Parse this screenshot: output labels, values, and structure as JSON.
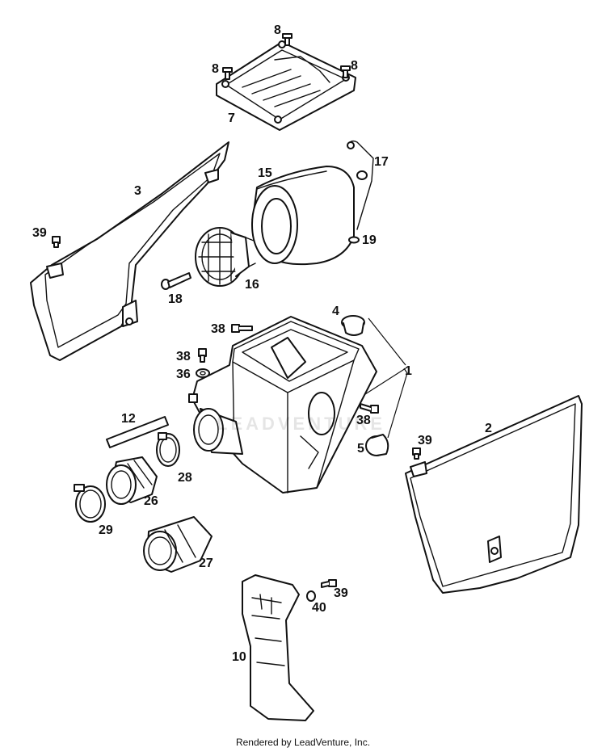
{
  "diagram": {
    "callouts": [
      {
        "id": "c8a",
        "label": "8"
      },
      {
        "id": "c8b",
        "label": "8"
      },
      {
        "id": "c8c",
        "label": "8"
      },
      {
        "id": "c7",
        "label": "7"
      },
      {
        "id": "c3",
        "label": "3"
      },
      {
        "id": "c15",
        "label": "15"
      },
      {
        "id": "c17",
        "label": "17"
      },
      {
        "id": "c19",
        "label": "19"
      },
      {
        "id": "c39a",
        "label": "39"
      },
      {
        "id": "c16",
        "label": "16"
      },
      {
        "id": "c18",
        "label": "18"
      },
      {
        "id": "c4",
        "label": "4"
      },
      {
        "id": "c38a",
        "label": "38"
      },
      {
        "id": "c38b",
        "label": "38"
      },
      {
        "id": "c36",
        "label": "36"
      },
      {
        "id": "c1",
        "label": "1"
      },
      {
        "id": "c12",
        "label": "12"
      },
      {
        "id": "c38c",
        "label": "38"
      },
      {
        "id": "c2",
        "label": "2"
      },
      {
        "id": "c39b",
        "label": "39"
      },
      {
        "id": "c5",
        "label": "5"
      },
      {
        "id": "c28",
        "label": "28"
      },
      {
        "id": "c26",
        "label": "26"
      },
      {
        "id": "c29",
        "label": "29"
      },
      {
        "id": "c27",
        "label": "27"
      },
      {
        "id": "c39c",
        "label": "39"
      },
      {
        "id": "c40",
        "label": "40"
      },
      {
        "id": "c10",
        "label": "10"
      }
    ],
    "footer": "Rendered by LeadVenture, Inc.",
    "watermark": "LEADVENTURE"
  }
}
